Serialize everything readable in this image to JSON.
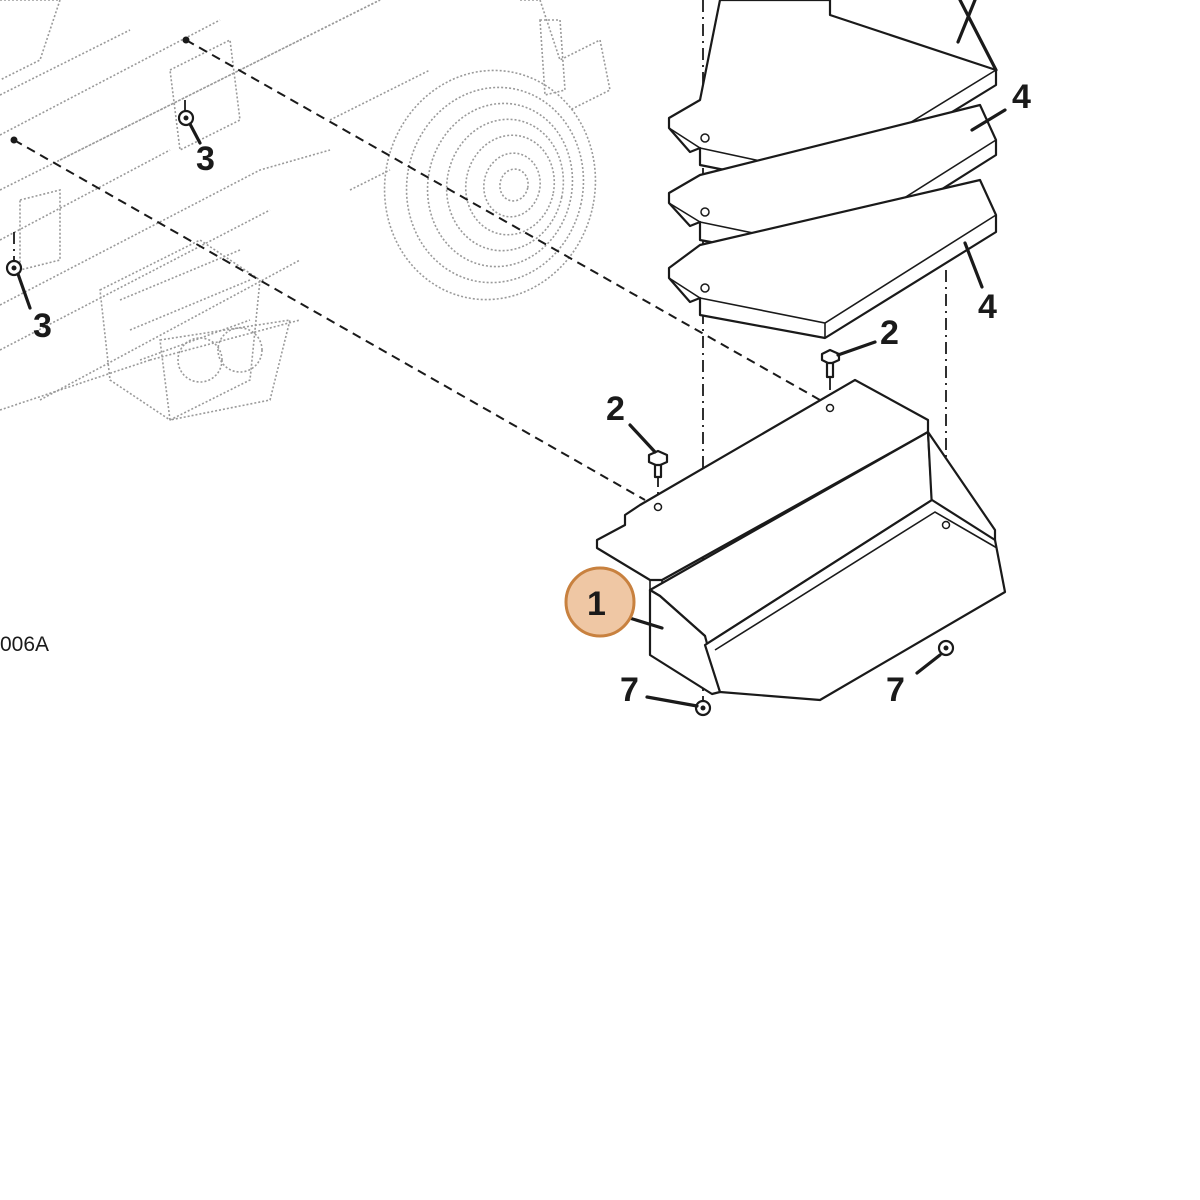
{
  "diagram": {
    "figure_ref": "006A",
    "callouts": {
      "part_1": "1",
      "part_2a": "2",
      "part_2b": "2",
      "part_3a": "3",
      "part_3b": "3",
      "part_4a": "4",
      "part_4b": "4",
      "part_7a": "7",
      "part_7b": "7"
    },
    "highlight": {
      "callout": "1",
      "fill_color": "#efc7a4",
      "border_color": "#c8813f"
    },
    "colors": {
      "line": "#1a1a1a",
      "ghost_line": "#9a9a9a",
      "background": "#ffffff"
    }
  }
}
